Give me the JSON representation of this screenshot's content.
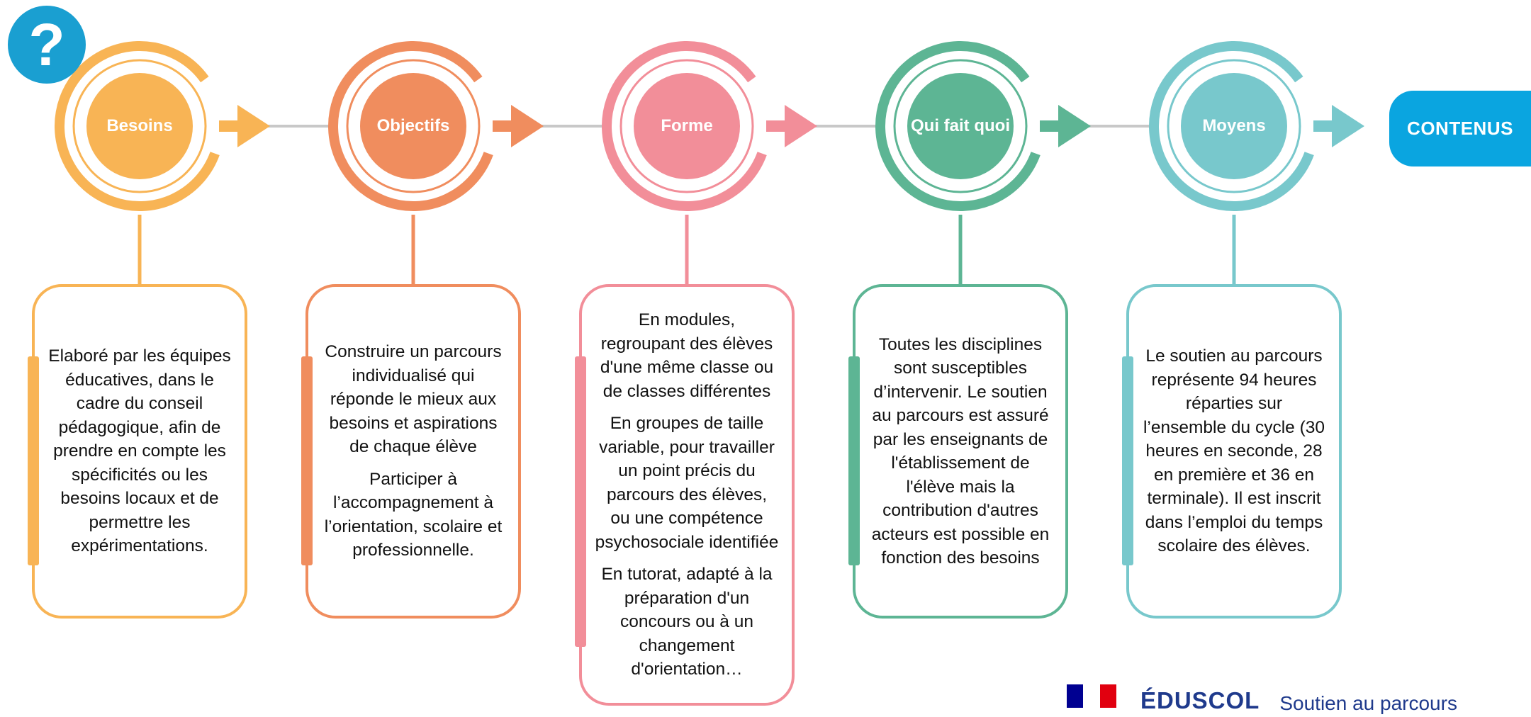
{
  "help": {
    "symbol": "?",
    "icon": "question-mark-icon",
    "color": "#1a9fd1"
  },
  "stages": [
    {
      "title": "Besoins",
      "color": "#f8b455",
      "paragraphs": [
        "Elaboré par les équipes éducatives, dans le cadre du conseil pédagogique, afin de prendre en compte les spécificités ou les besoins locaux et de permettre les expérimentations."
      ]
    },
    {
      "title": "Objectifs",
      "color": "#f08d5e",
      "paragraphs": [
        "Construire un parcours individualisé qui réponde le mieux aux besoins et aspirations de chaque élève",
        "Participer à l’accompagnement à l’orientation, scolaire et professionnelle."
      ]
    },
    {
      "title": "Forme",
      "color": "#f28e99",
      "paragraphs": [
        "En modules, regroupant des élèves d'une même classe ou de classes différentes",
        "En groupes de taille variable, pour travailler un point précis du parcours des élèves, ou une compétence psychosociale identifiée",
        "En tutorat, adapté à la préparation d'un concours ou à un changement d'orientation…"
      ]
    },
    {
      "title": "Qui fait quoi",
      "color": "#5db594",
      "paragraphs": [
        "Toutes les disciplines sont susceptibles d’intervenir. Le soutien au parcours est assuré par les enseignants de l'établissement de l'élève mais la contribution d'autres acteurs est possible en fonction des besoins"
      ]
    },
    {
      "title": "Moyens",
      "color": "#78c8cc",
      "paragraphs": [
        "Le soutien au parcours représente 94 heures réparties sur l’ensemble du cycle (30 heures en seconde, 28 en première et 36 en terminale). Il est inscrit dans l’emploi du temps scolaire des élèves."
      ]
    }
  ],
  "contenus": {
    "label": "CONTENUS",
    "color": "#0aa5e0"
  },
  "footer": {
    "brand": "ÉDUSCOL",
    "subtitle": "Soutien au parcours",
    "flag_colors": [
      "#000091",
      "#ffffff",
      "#e1000f"
    ]
  },
  "line_color": "#c8c8c8"
}
